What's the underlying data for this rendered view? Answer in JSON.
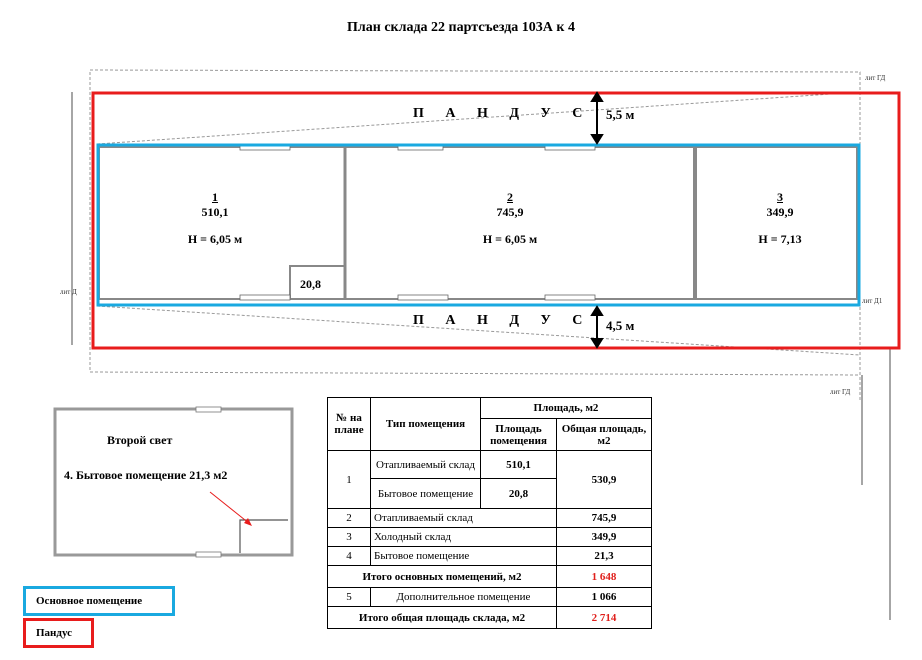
{
  "title": "План склада 22 партсъезда 103А к 4",
  "plan": {
    "ramp_label_top": "П А Н Д У С",
    "ramp_label_bottom": "П А Н Д У С",
    "ramp_width_top": "5,5 м",
    "ramp_width_bottom": "4,5 м",
    "rooms": [
      {
        "num": "1",
        "area": "510,1",
        "height": "H = 6,05 м"
      },
      {
        "num": "2",
        "area": "745,9",
        "height": "H = 6,05 м"
      },
      {
        "num": "3",
        "area": "349,9",
        "height": "H = 7,13"
      }
    ],
    "small_room_area": "20,8",
    "lit_labels": [
      "лит ГД",
      "лит Д",
      "лит Д1",
      "лит ГД"
    ]
  },
  "second_floor": {
    "label": "Второй свет",
    "room_note": "4.  Бытовое помещение  21,3 м2"
  },
  "legend": {
    "main": "Основное помещение",
    "main_color": "#19a9e0",
    "ramp": "Пандус",
    "ramp_color": "#e81c1c"
  },
  "table": {
    "h_num": "№ на плане",
    "h_type": "Тип помещения",
    "h_area": "Площадь, м2",
    "h_room_area": "Площадь помещения",
    "h_total_area": "Общая площадь, м2",
    "r1_num": "1",
    "r1a_type": "Отапливаемый склад",
    "r1a_area": "510,1",
    "r1b_type": "Бытовое помещение",
    "r1b_area": "20,8",
    "r1_total": "530,9",
    "rows": [
      {
        "num": "2",
        "type": "Отапливаемый склад",
        "total": "745,9"
      },
      {
        "num": "3",
        "type": "Холодный склад",
        "total": "349,9"
      },
      {
        "num": "4",
        "type": "Бытовое помещение",
        "total": "21,3"
      }
    ],
    "subtotal_label": "Итого основных помещений, м2",
    "subtotal_value": "1 648",
    "r5_num": "5",
    "r5_type": "Дополнительное помещение",
    "r5_total": "1 066",
    "grand_label": "Итого общая площадь склада, м2",
    "grand_value": "2 714"
  }
}
